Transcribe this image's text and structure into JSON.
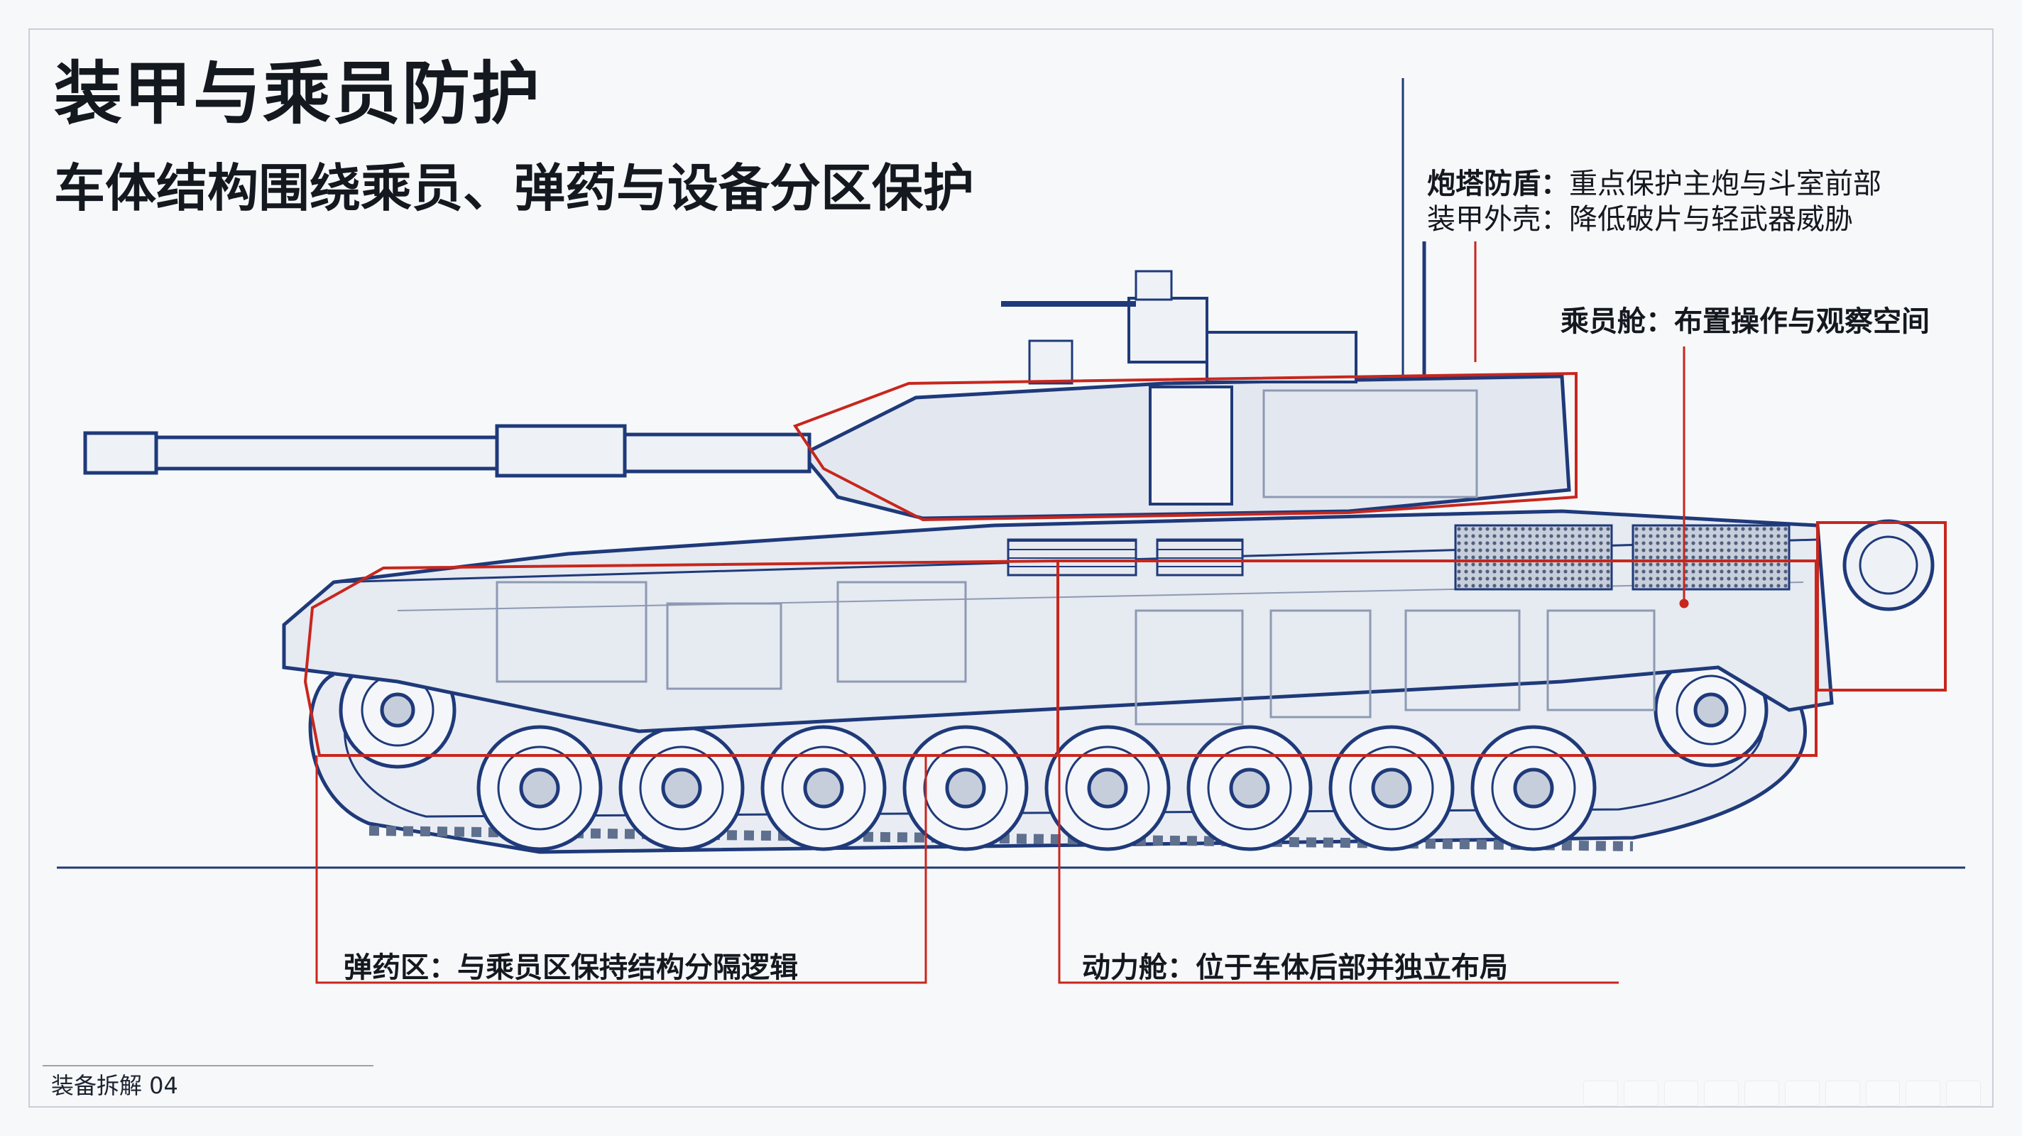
{
  "header": {
    "title": "装甲与乘员防护",
    "subtitle": "车体结构围绕乘员、弹药与设备分区保护"
  },
  "callouts": {
    "turret_label": "炮塔防盾：",
    "turret_text": "重点保护主炮与斗室前部",
    "armor_label": "装甲外壳：",
    "armor_text": "降低破片与轻武器威胁",
    "crew_label": "乘员舱：",
    "crew_text": "布置操作与观察空间",
    "ammo_label": "弹药区：",
    "ammo_text": "与乘员区保持结构分隔逻辑",
    "engine_label": "动力舱：",
    "engine_text": "位于车体后部并独立布局"
  },
  "footer": {
    "text": "装备拆解 04"
  },
  "colors": {
    "line": "#1f3a7a",
    "accent": "#c8261d",
    "fill": "#e7ebf2",
    "ink": "#14181f"
  }
}
